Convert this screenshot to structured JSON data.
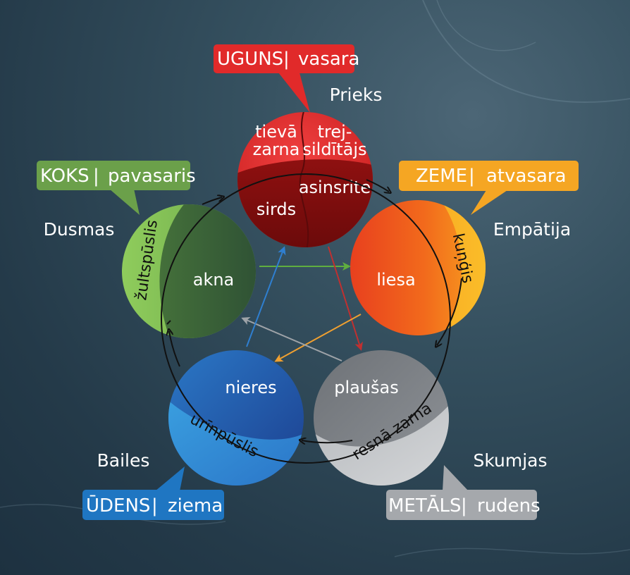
{
  "elements": [
    {
      "key": "fire",
      "tag": "UGUNS | vasara",
      "color": "#e12a2a",
      "emotion": "Prieks",
      "organs": [
        "tievā zarna",
        "trej- sildītājs",
        "asinsrite",
        "sirds"
      ]
    },
    {
      "key": "earth",
      "tag": "ZEME | atvasara",
      "color": "#f39a1e",
      "emotion": "Empātija",
      "organs": [
        "liesa",
        "kuņģis"
      ]
    },
    {
      "key": "metal",
      "tag": "METĀLS | rudens",
      "color": "#a5a8ac",
      "emotion": "Skumjas",
      "organs": [
        "plaušas",
        "resnā zarna"
      ]
    },
    {
      "key": "water",
      "tag": "ŪDENS | ziema",
      "color": "#1f76c2",
      "emotion": "Bailes",
      "organs": [
        "nieres",
        "urīnpūslis"
      ]
    },
    {
      "key": "wood",
      "tag": "KOKS | pavasaris",
      "color": "#6ba04a",
      "emotion": "Dusmas",
      "organs": [
        "akna",
        "žultspūslis"
      ]
    }
  ],
  "labels": {
    "fire_tag_left": "UGUNS",
    "fire_tag_right": "vasara",
    "earth_tag_left": "ZEME",
    "earth_tag_right": "atvasara",
    "metal_tag_left": "METĀLS",
    "metal_tag_right": "rudens",
    "water_tag_left": "ŪDENS",
    "water_tag_right": "ziema",
    "wood_tag_left": "KOKS",
    "wood_tag_right": "pavasaris",
    "separator": "|",
    "fire_organ_1a": "tievā",
    "fire_organ_1b": "zarna",
    "fire_organ_2a": "trej-",
    "fire_organ_2b": "sildītājs",
    "fire_organ_3": "asinsrite",
    "fire_organ_4": "sirds",
    "earth_organ_1": "liesa",
    "earth_organ_2": "kuņģis",
    "metal_organ_1": "plaušas",
    "metal_organ_2": "resnā zarna",
    "water_organ_1": "nieres",
    "water_organ_2": "urīnpūslis",
    "wood_organ_1": "akna",
    "wood_organ_2": "žultspūslis",
    "fire_emotion": "Prieks",
    "earth_emotion": "Empātija",
    "metal_emotion": "Skumjas",
    "water_emotion": "Bailes",
    "wood_emotion": "Dusmas"
  },
  "colors": {
    "fire": "#e12a2a",
    "earth": "#f39a1e",
    "metal": "#a5a8ac",
    "water": "#1f76c2",
    "wood": "#6ba04a",
    "arrow_wood_earth": "#5fae3f",
    "arrow_fire_metal": "#c03030",
    "arrow_earth_water": "#f0a030",
    "arrow_metal_wood": "#9ea3a8",
    "arrow_water_fire": "#2f7fd0"
  }
}
